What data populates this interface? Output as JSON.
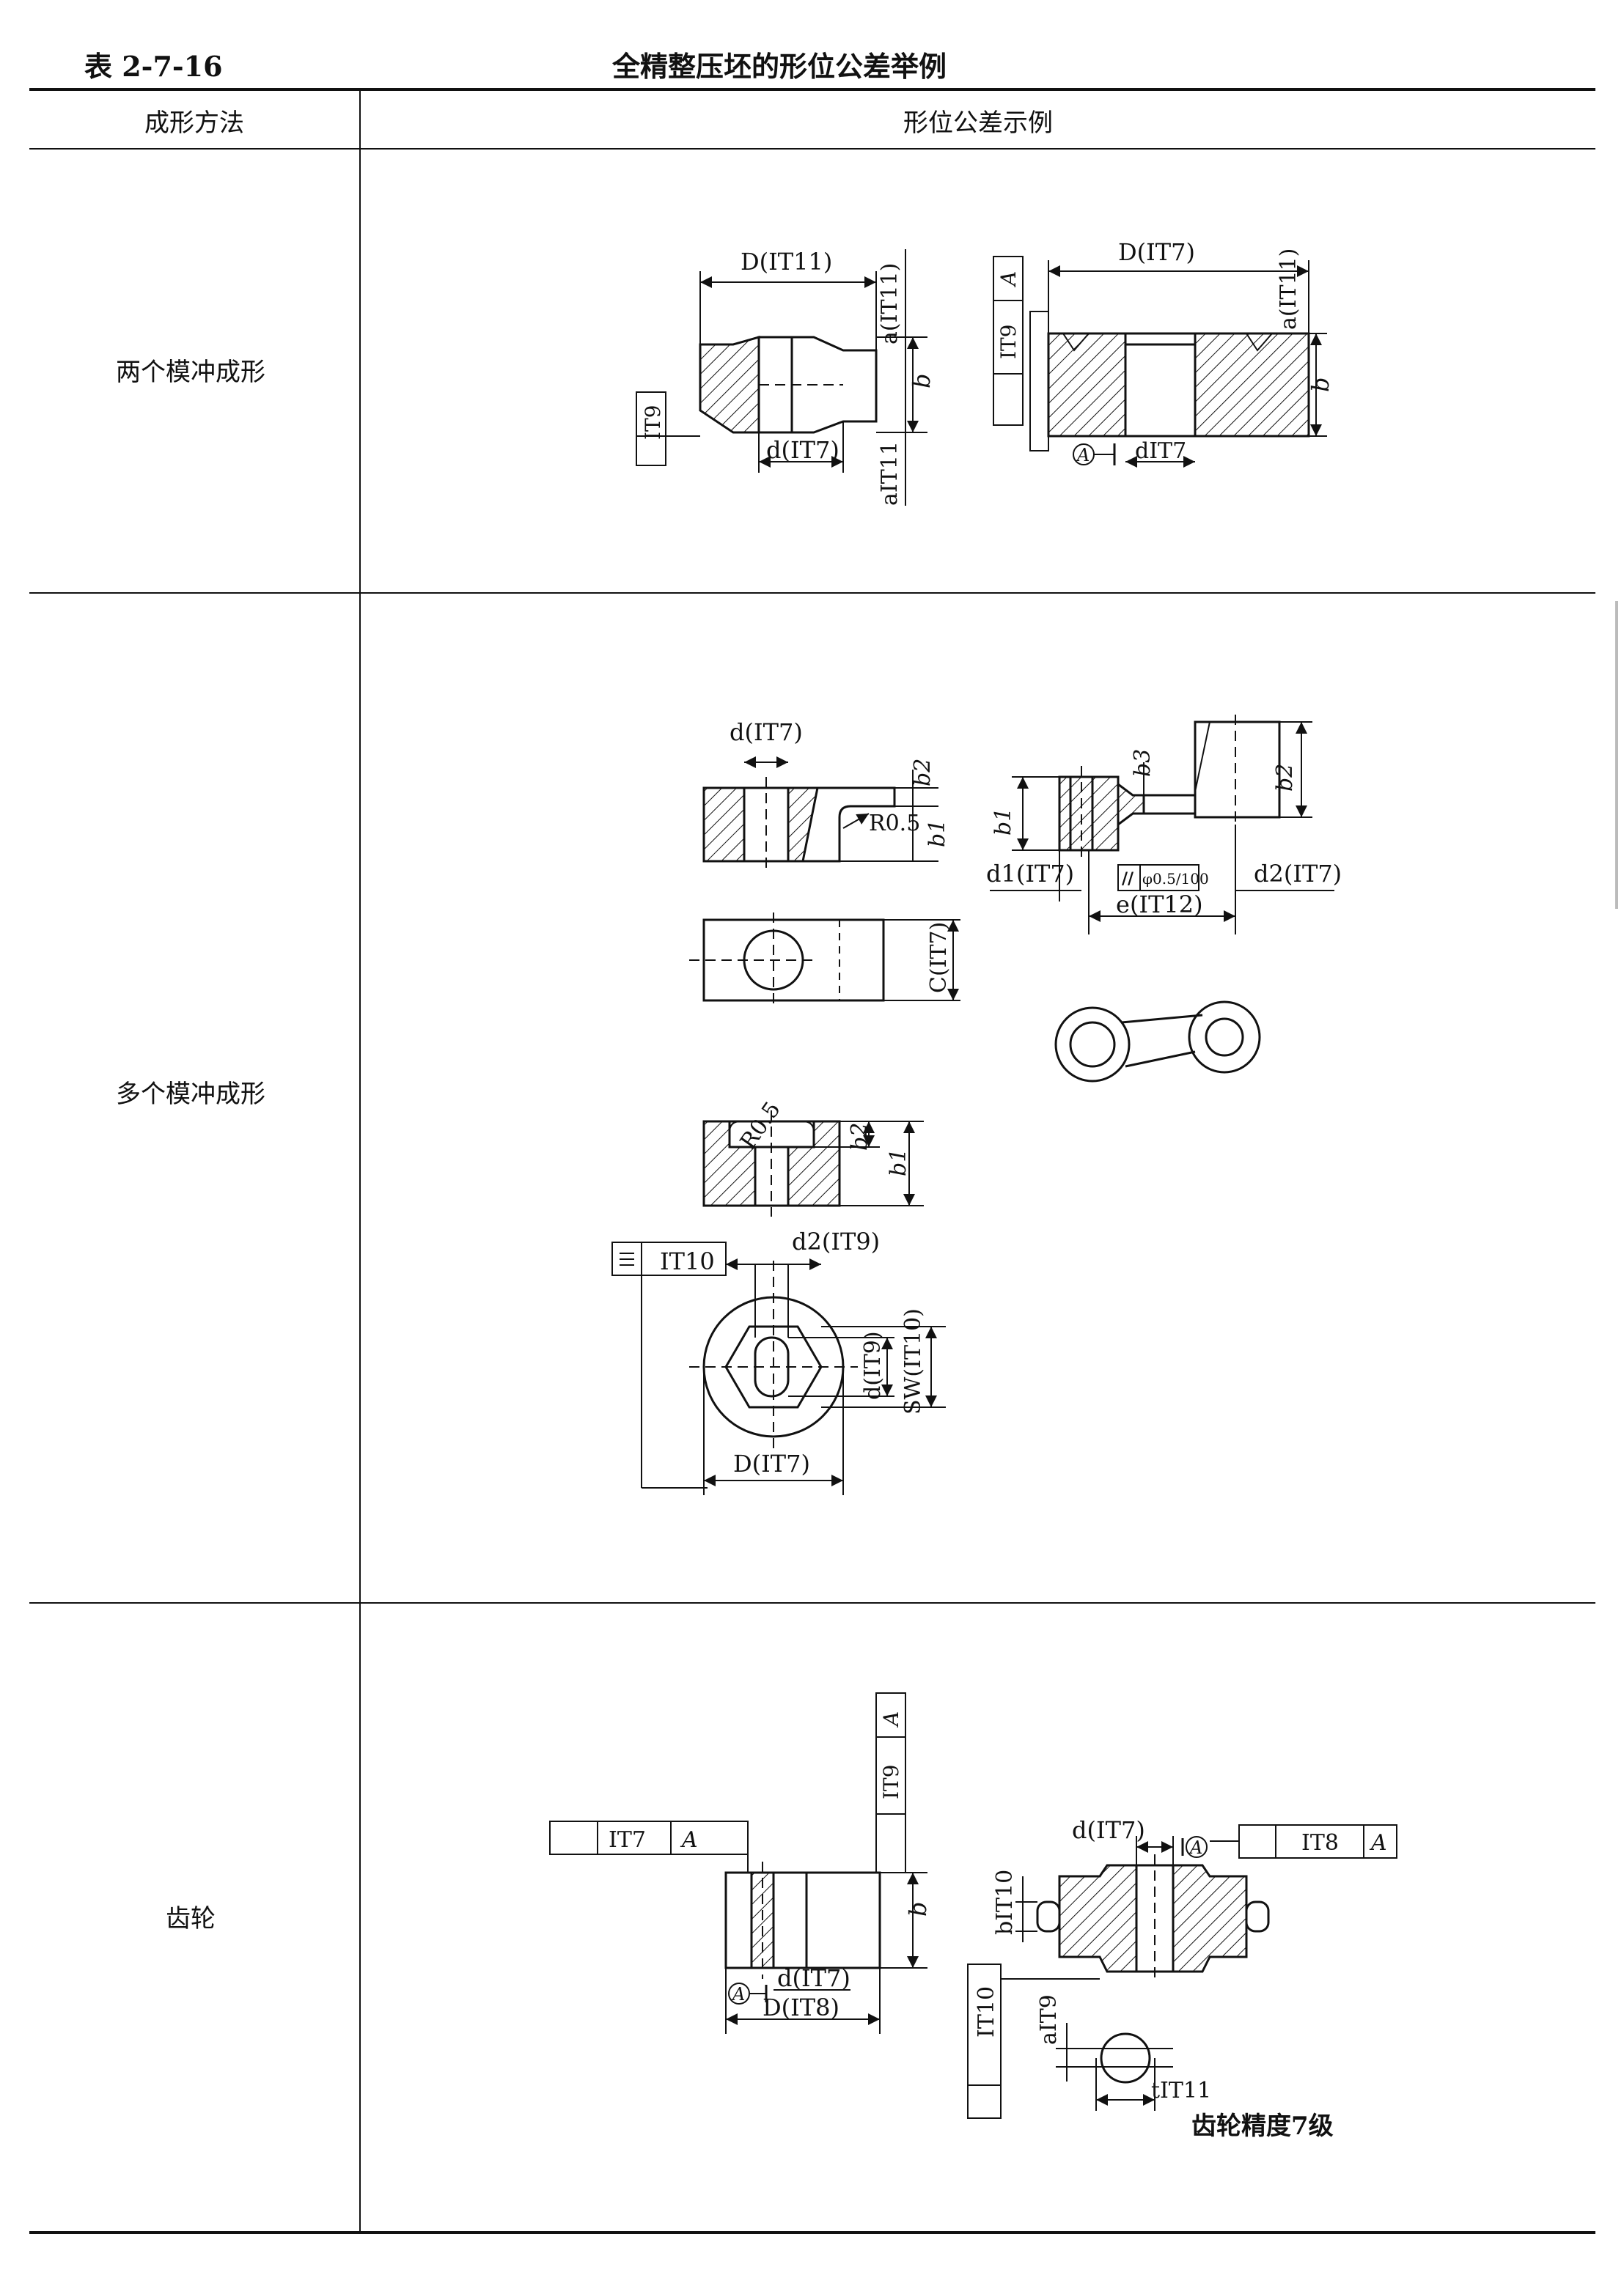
{
  "table": {
    "number": "表 2-7-16",
    "title": "全精整压坯的形位公差举例",
    "columns": [
      "成形方法",
      "形位公差示例"
    ],
    "rows": [
      {
        "method": "两个模冲成形",
        "labels": {
          "d_it11": "D(IT11)",
          "a_it11_top": "a(IT11)",
          "b": "b",
          "it9_frame": "IT9",
          "d_it7_small": "d(IT7)",
          "a_it11_bottom": "aIT11",
          "d_it7_big": "D(IT7)",
          "a_it11_right": "a(IT11)",
          "b_right": "b",
          "frame_a": "A",
          "frame_it9": "IT9",
          "datum_a": "A",
          "d_it7_bottom": "dIT7"
        }
      },
      {
        "method": "多个模冲成形",
        "labels": {
          "d_it7": "d(IT7)",
          "b2": "b2",
          "b1": "b1",
          "r05": "R0.5",
          "b1_left": "b1",
          "b3": "b3",
          "b2_right": "b2",
          "d1_it7": "d1(IT7)",
          "parallel_tol": "φ0.5/100",
          "d2_it7": "d2(IT7)",
          "e_it12": "e(IT12)",
          "c_it7": "C(IT7)",
          "r05_b": "R0.5",
          "b2_b": "b2",
          "b1_b": "b1",
          "sym_it10": "IT10",
          "d2_it9": "d2(IT9)",
          "d_it9": "d(IT9)",
          "sw_it10": "SW(IT10)",
          "d_it7_b": "D(IT7)"
        }
      },
      {
        "method": "齿轮",
        "labels": {
          "it7": "IT7",
          "a1": "A",
          "frame_a": "A",
          "frame_it9": "IT9",
          "b": "b",
          "datum_a": "A",
          "d_it7": "d(IT7)",
          "d_it8": "D(IT8)",
          "d_it7_r": "d(IT7)",
          "datum_a_r": "A",
          "it8": "IT8",
          "a_r": "A",
          "b_it10": "bIT10",
          "it10": "IT10",
          "a_it9": "aIT9",
          "t_it11": "tIT11",
          "note": "齿轮精度7级"
        }
      }
    ]
  }
}
